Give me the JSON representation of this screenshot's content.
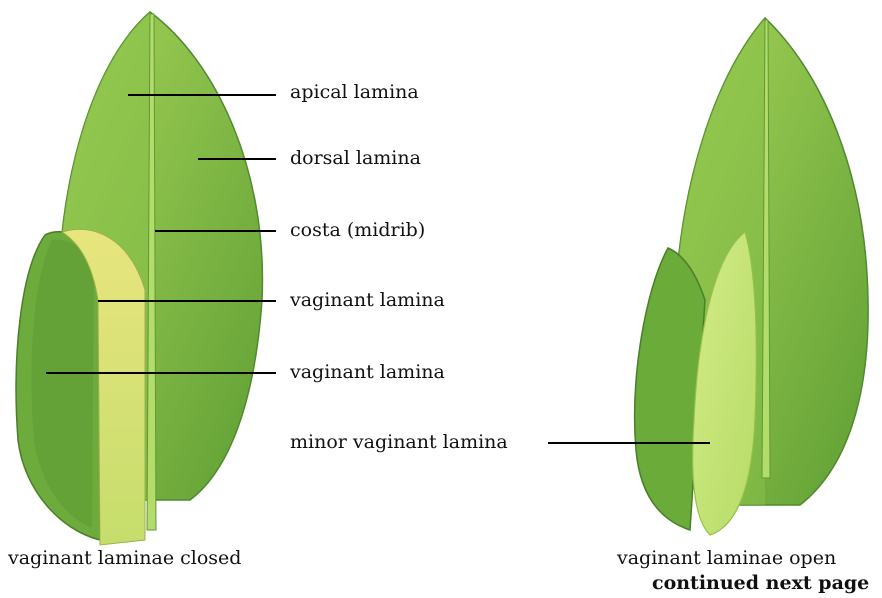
{
  "labels": {
    "apical": "apical lamina",
    "dorsal": "dorsal lamina",
    "costa": "costa (midrib)",
    "vaginant_1": "vaginant lamina",
    "vaginant_2": "vaginant lamina",
    "minor_vaginant": "minor vaginant lamina"
  },
  "captions": {
    "closed": "vaginant laminae closed",
    "open": "vaginant laminae open",
    "continued": "continued next page"
  },
  "colors": {
    "leaf_light": "#a9d65a",
    "leaf_mid": "#86c447",
    "leaf_dark": "#5f9e36",
    "yellow": "#e2e27a",
    "pale": "#c8e579"
  }
}
